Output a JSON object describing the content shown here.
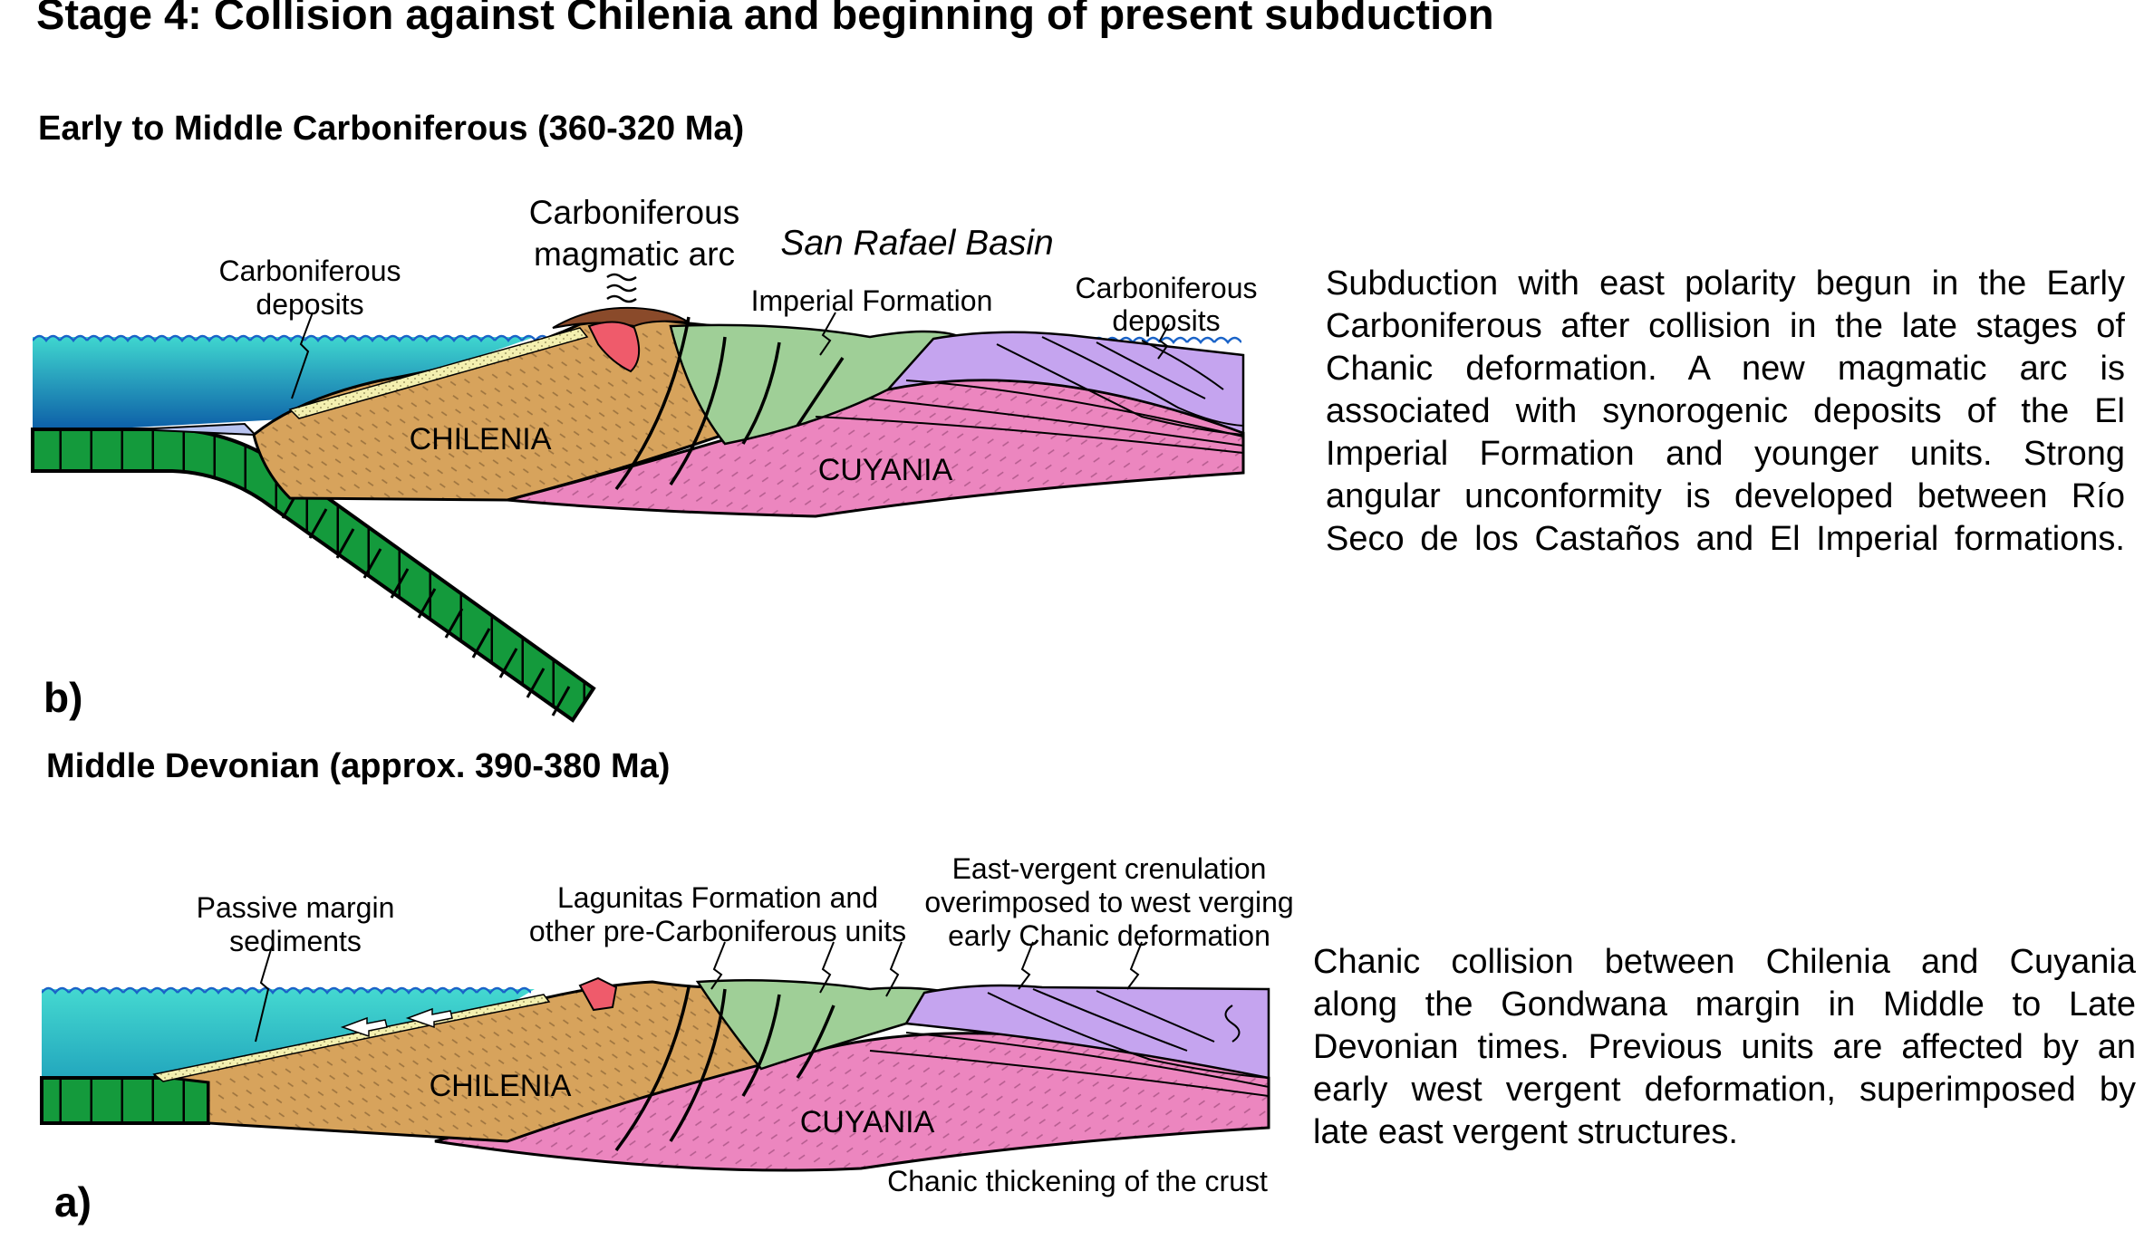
{
  "title": "Stage 4: Collision against Chilenia and beginning of present subduction",
  "panel_b": {
    "subtitle": "Early to Middle Carboniferous (360-320 Ma)",
    "letter": "b)",
    "labels": {
      "arc_line1": "Carboniferous",
      "arc_line2": "magmatic arc",
      "basin": "San Rafael Basin",
      "imperial": "Imperial Formation",
      "deposits_left_line1": "Carboniferous",
      "deposits_left_line2": "deposits",
      "deposits_right_line1": "Carboniferous",
      "deposits_right_line2": "deposits",
      "chilenia": "CHILENIA",
      "cuyania": "CUYANIA"
    },
    "description_lines": [
      "Subduction with east polarity begun in the Early",
      "Carboniferous after collision in the late stages of",
      "Chanic deformation. A new magmatic arc is",
      "associated with synorogenic deposits of the El",
      "Imperial Formation  and younger units. Strong",
      "angular unconformity is developed between Río",
      "Seco de los Castaños and El Imperial formations."
    ]
  },
  "panel_a": {
    "subtitle": "Middle Devonian (approx. 390-380 Ma)",
    "letter": "a)",
    "labels": {
      "passive_line1": "Passive margin",
      "passive_line2": "sediments",
      "lagunitas_line1": "Lagunitas Formation and",
      "lagunitas_line2": "other pre-Carboniferous units",
      "east_line1": "East-vergent crenulation",
      "east_line2": "overimposed to west verging",
      "east_line3": "early Chanic deformation",
      "chilenia": "CHILENIA",
      "cuyania": "CUYANIA",
      "thickening": "Chanic thickening of the crust"
    },
    "description_lines": [
      "Chanic collision between Chilenia and Cuyania",
      "along the Gondwana margin in Middle to Late",
      "Devonian times. Previous units are affected by an",
      "early west vergent deformation, superimposed by",
      "late east vergent structures."
    ]
  },
  "colors": {
    "sea_top": "#3fd6cf",
    "sea_bottom": "#0b5aa6",
    "chilenia": "#d7a35c",
    "cuyania": "#ec86bf",
    "imperial": "#9fcf97",
    "chanic": "#c5a4ef",
    "slab": "#149a3c",
    "arc": "#8a4a2a",
    "magma": "#ef5b6b",
    "sediment": "#f4f0b0"
  },
  "icons": [
    "wave-icon",
    "volcanic-smoke-icon",
    "fault-arrow-icon",
    "movement-arrow-icon"
  ]
}
